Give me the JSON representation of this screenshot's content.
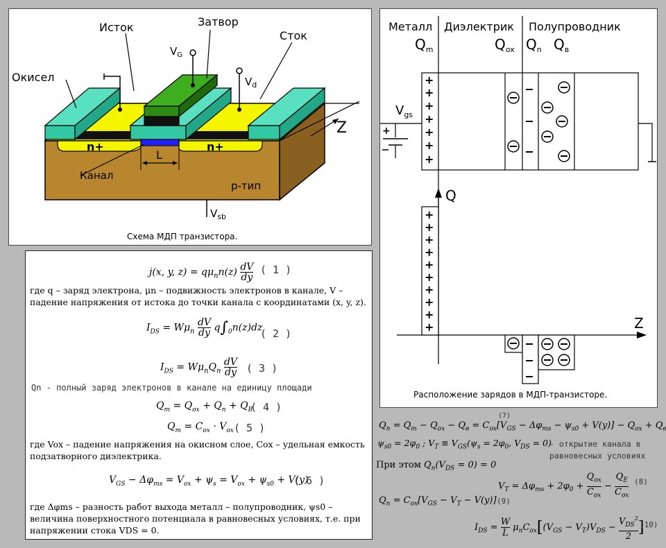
{
  "schematic": {
    "caption": "Схема МДП транзистора.",
    "label_source": "Исток",
    "label_gate": "Затвор",
    "label_drain": "Сток",
    "label_oxide": "Окисел",
    "label_vg": "V",
    "label_vg_sub": "G",
    "label_vd": "V",
    "label_vd_sub": "d",
    "label_z": "Z",
    "label_n_left": "n+",
    "label_n_right": "n+",
    "label_L": "L",
    "label_channel": "Канал",
    "label_ptype": "p-тип",
    "label_vsb": "V",
    "label_vsb_sub": "sb"
  },
  "charges": {
    "header_metal": "Металл",
    "header_dielectric": "Диэлектрик",
    "header_semiconductor": "Полупроводник",
    "q_m": "Q",
    "q_m_sub": "m",
    "q_ox": "Q",
    "q_ox_sub": "ox",
    "q_n": "Q",
    "q_n_sub": "n",
    "q_b": "Q",
    "q_b_sub": "в",
    "vgs": "V",
    "vgs_sub": "gs",
    "axis_q": "Q",
    "axis_z": "Z",
    "caption": "Расположение зарядов в МДП-транзисторе."
  },
  "equations": {
    "eq1_num": "( 1 )",
    "eq1_text": "где q – заряд электрона, μn – подвижность электронов в канале, V – падение напряжения от истока до точки канала с координатами (x, y, z).",
    "eq2_num": "( 2 )",
    "eq3_num": "( 3 )",
    "qn_desc": "Qn - полный заряд электронов в канале на единицу площади",
    "eq4_num": "( 4 )",
    "eq5_num": "( 5 )",
    "eq5_text": "где Vox – падение напряжения на окисном слое, Cox – удельная емкость подзатворного диэлектрика.",
    "eq6_num": "( 6 )",
    "eq6_text": "где Δφms – разность работ выхода металл – полупроводник, ψs0 – величина поверхностного потенциала в равновесных условиях, т.е. при напряжении стока VDS = 0."
  },
  "right_equations": {
    "eq7_num": "(7)",
    "open_text_1": "- открытие канала в",
    "open_text_2": "равновесных условиях",
    "at_this": "При этом",
    "eq8_num": "(8)",
    "eq9_num": "(9)",
    "eq10_num": "(10)"
  }
}
